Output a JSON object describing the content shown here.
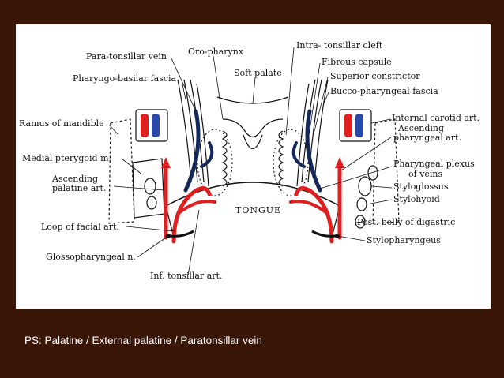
{
  "labels": {
    "para_tonsillar_vein": "Para-tonsillar vein",
    "oro_pharynx": "Oro-pharynx",
    "intra_tonsillar_cleft": "Intra- tonsillar cleft",
    "fibrous_capsule": "Fibrous capsule",
    "soft_palate": "Soft palate",
    "superior_constrictor": "Superior constrictor",
    "pharyngo_basilar_fascia": "Pharyngo-basilar fascia",
    "bucco_pharyngeal_fascia": "Bucco-pharyngeal fascia",
    "ramus_of_mandible": "Ramus of mandible",
    "internal_carotid_art": "Internal carotid art.",
    "ascending_pharyngeal_art_1": "Ascending",
    "ascending_pharyngeal_art_2": "pharyngeal art.",
    "medial_pterygoid": "Medial pterygoid m.",
    "pharyngeal_plexus_1": "Pharyngeal plexus",
    "pharyngeal_plexus_2": "of veins",
    "ascending_palatine_1": "Ascending",
    "ascending_palatine_2": "palatine art.",
    "styloglossus": "Styloglossus",
    "stylohyoid": "Stylohyoid",
    "tongue": "TONGUE",
    "post_belly_digastric": "Post. belly of digastric",
    "loop_of_facial_art": "Loop of facial art.",
    "stylopharyngeus": "Stylopharyngeus",
    "glossopharyngeal_n": "Glossopharyngeal n.",
    "inf_tonsillar_art": "Inf. tonsillar art."
  },
  "caption": "PS: Palatine / External palatine / Paratonsillar vein",
  "colors": {
    "background": "#3a1608",
    "panel": "#ffffff",
    "artery": "#e02020",
    "vein": "#14285a",
    "ink": "#111111"
  }
}
